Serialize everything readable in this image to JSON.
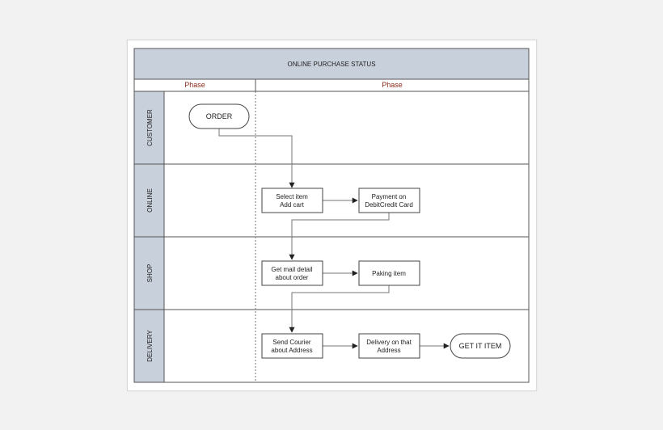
{
  "diagram": {
    "title": "ONLINE PURCHASE STATUS",
    "phases": [
      "Phase",
      "Phase"
    ],
    "lanes": [
      {
        "id": "customer",
        "label": "CUSTOMER"
      },
      {
        "id": "online",
        "label": "ONLINE"
      },
      {
        "id": "shop",
        "label": "SHOP"
      },
      {
        "id": "delivery",
        "label": "DELIVERY"
      }
    ],
    "nodes": {
      "order": {
        "label": "ORDER",
        "shape": "terminator"
      },
      "select_item": {
        "label_lines": [
          "Select item",
          "Add cart"
        ],
        "shape": "process"
      },
      "payment": {
        "label_lines": [
          "Payment on",
          "DebitCredit Card"
        ],
        "shape": "process"
      },
      "mail_detail": {
        "label_lines": [
          "Get mail detail",
          "about order"
        ],
        "shape": "process"
      },
      "paking": {
        "label_lines": [
          "Paking item"
        ],
        "shape": "process"
      },
      "send_courier": {
        "label_lines": [
          "Send Courier",
          "about Address"
        ],
        "shape": "process"
      },
      "delivery_on": {
        "label_lines": [
          "Delivery on that",
          "Address"
        ],
        "shape": "process"
      },
      "get_it": {
        "label": "GET IT ITEM",
        "shape": "terminator"
      }
    },
    "edges": [
      [
        "order",
        "select_item"
      ],
      [
        "select_item",
        "payment"
      ],
      [
        "payment",
        "mail_detail"
      ],
      [
        "mail_detail",
        "paking"
      ],
      [
        "paking",
        "send_courier"
      ],
      [
        "send_courier",
        "delivery_on"
      ],
      [
        "delivery_on",
        "get_it"
      ]
    ],
    "colors": {
      "header_fill": "#c8d0db",
      "lane_header_fill": "#c8d0db",
      "phase_text": "#8b2a1a",
      "line": "#555555",
      "arrow": "#222222"
    }
  }
}
